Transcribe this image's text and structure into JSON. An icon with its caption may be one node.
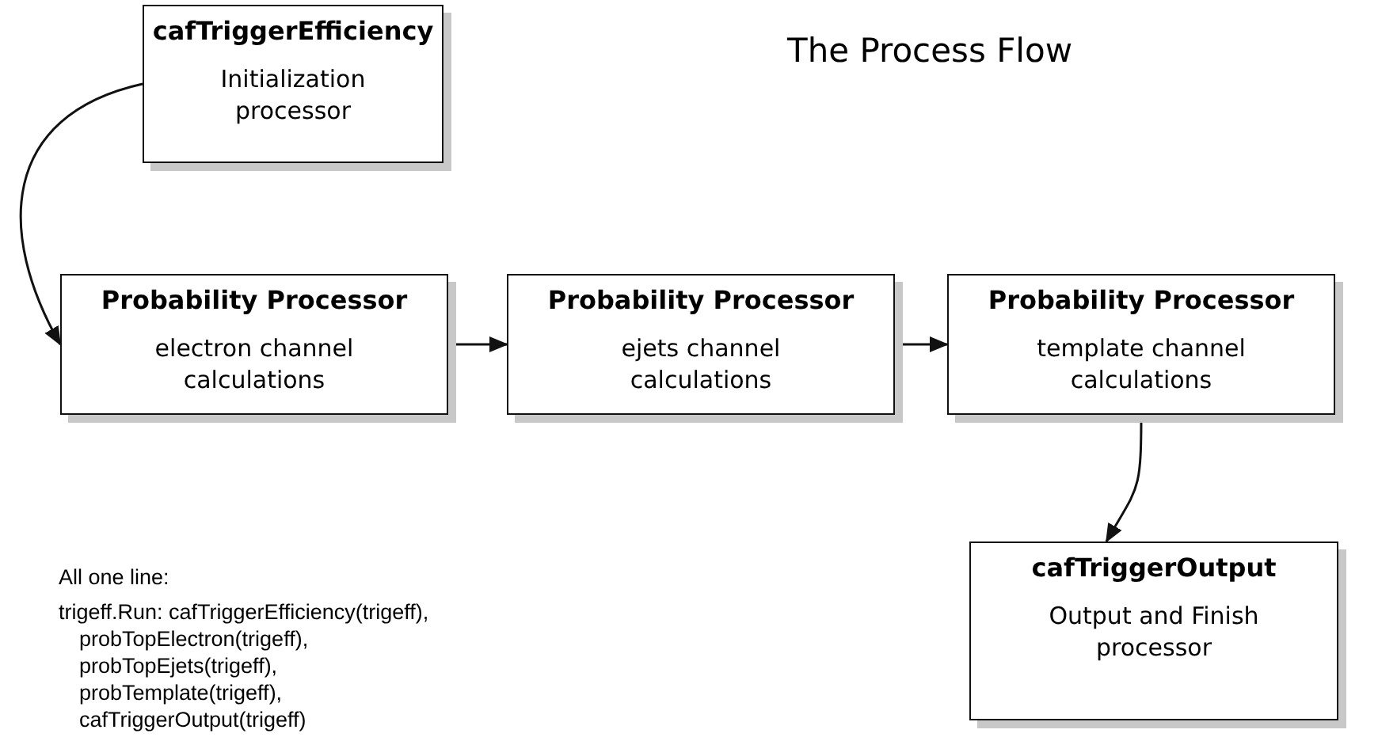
{
  "diagram": {
    "title": "The Process Flow",
    "nodes": [
      {
        "text": [
          "cafTriggerEfficiency",
          "Initialization processor"
        ]
      },
      {
        "text": [
          "Probability Processor",
          "electron channel calculations"
        ]
      },
      {
        "text": [
          "Probability Processor",
          "ejets channel calculations"
        ]
      },
      {
        "text": [
          "Probability Processor",
          "template channel calculations"
        ]
      },
      {
        "text": [
          "cafTriggerOutput",
          "Output and Finish processor"
        ]
      }
    ],
    "edges": [
      {
        "from": 0,
        "to": 1,
        "arrow": "to"
      },
      {
        "from": 1,
        "to": 2,
        "arrow": "to"
      },
      {
        "from": 2,
        "to": 3,
        "arrow": "to"
      },
      {
        "from": 3,
        "to": 4,
        "arrow": "to"
      }
    ],
    "labels": [
      "All one line:",
      "trigeff.Run: cafTriggerEfficiency(trigeff),",
      "probTopElectron(trigeff),",
      "probTopEjets(trigeff),",
      "probTemplate(trigeff),",
      "cafTriggerOutput(trigeff)"
    ]
  }
}
